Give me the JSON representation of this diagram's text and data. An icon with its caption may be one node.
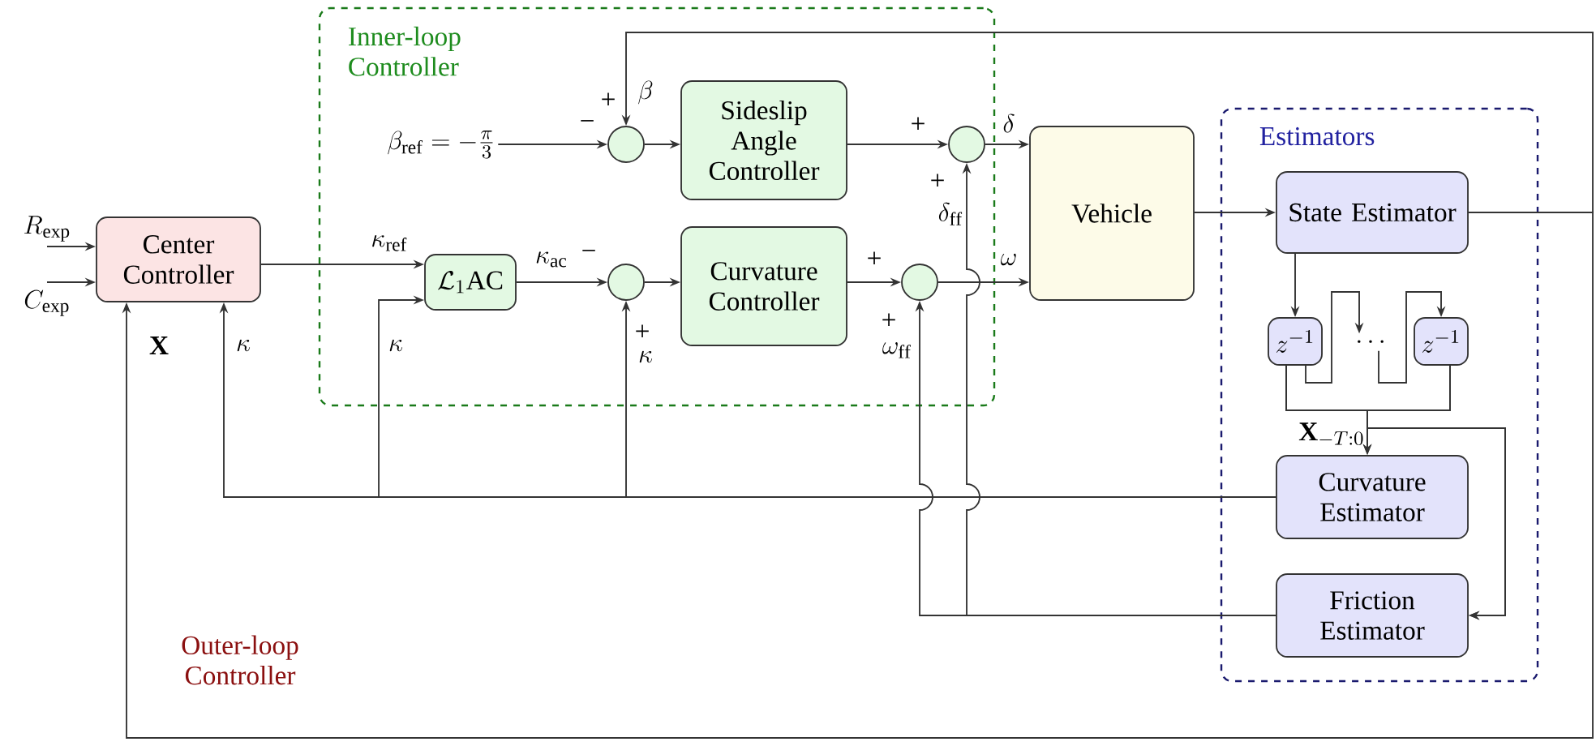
{
  "diagram": {
    "nodes": [
      {
        "text": [
          "R_{\\mathrm{exp}}"
        ]
      },
      {
        "text": [
          "C_{\\mathrm{exp}}"
        ]
      },
      {
        "text": [
          "Center Controller"
        ]
      },
      {
        "text": [
          "Inner-loop Controller"
        ]
      },
      {
        "text": [
          "\\beta_{\\mathrm{ref}} = -\\frac{\\pi}{3}"
        ],
        "in": 3
      },
      {
        "text": [],
        "shape": "circle",
        "in": 3,
        "beside": [
          "+",
          "−"
        ]
      },
      {
        "text": [
          "Sideslip Angle Controller"
        ],
        "in": 3
      },
      {
        "text": [
          "\\mathcal{L}_1\\mathrm{AC}"
        ],
        "in": 3
      },
      {
        "text": [],
        "shape": "circle",
        "in": 3,
        "beside": [
          "−",
          "+"
        ]
      },
      {
        "text": [
          "Curvature Controller"
        ],
        "in": 3
      },
      {
        "text": [],
        "shape": "circle",
        "in": 3,
        "beside": [
          "+",
          "+"
        ]
      },
      {
        "text": [],
        "shape": "circle",
        "in": 3,
        "beside": [
          "+",
          "+"
        ]
      },
      {
        "text": [
          "Vehicle"
        ]
      },
      {
        "text": [
          "Estimators"
        ]
      },
      {
        "text": [
          "State Estimator"
        ],
        "in": 13
      },
      {
        "text": [
          "z^{-1}"
        ],
        "in": 13
      },
      {
        "text": [
          "\\cdots"
        ],
        "in": 13
      },
      {
        "text": [
          "z^{-1}"
        ],
        "in": 13
      },
      {
        "text": [
          "Curvature Estimator"
        ],
        "in": 13
      },
      {
        "text": [
          "Friction Estimator"
        ],
        "in": 13
      }
    ],
    "edges": [
      {
        "from": 0,
        "to": 2,
        "arrow": "to"
      },
      {
        "from": 1,
        "to": 2,
        "arrow": "to"
      },
      {
        "from": 2,
        "to": 7,
        "arrow": "to",
        "label": "\\kappa_{\\mathrm{ref}}"
      },
      {
        "from": 4,
        "to": 5,
        "arrow": "to"
      },
      {
        "from": 5,
        "to": 6,
        "arrow": "to"
      },
      {
        "from": 6,
        "to": 10,
        "arrow": "to"
      },
      {
        "from": 10,
        "to": 12,
        "arrow": "to",
        "label": "\\delta"
      },
      {
        "from": 7,
        "to": 8,
        "arrow": "to",
        "label": "\\kappa_{\\mathrm{ac}}"
      },
      {
        "from": 8,
        "to": 9,
        "arrow": "to"
      },
      {
        "from": 9,
        "to": 11,
        "arrow": "to"
      },
      {
        "from": 11,
        "to": 12,
        "arrow": "to",
        "label": "\\omega"
      },
      {
        "from": 12,
        "to": 14,
        "arrow": "to"
      },
      {
        "from": 14,
        "to": 5,
        "arrow": "to",
        "label": "\\beta"
      },
      {
        "from": 14,
        "to": 2,
        "arrow": "to",
        "label": "\\mathbf{X}"
      },
      {
        "from": 14,
        "to": 15,
        "arrow": "to"
      },
      {
        "from": 15,
        "to": 16,
        "arrow": "to"
      },
      {
        "from": 16,
        "to": 17,
        "arrow": "to"
      },
      {
        "from": 15,
        "to": 18,
        "arrow": "to",
        "label": "\\mathbf{X}_{-T:0}"
      },
      {
        "from": 17,
        "to": 18,
        "arrow": "to"
      },
      {
        "from": 15,
        "to": 19,
        "arrow": "to"
      },
      {
        "from": 17,
        "to": 19,
        "arrow": "to"
      },
      {
        "from": 18,
        "to": 2,
        "arrow": "to",
        "label": "\\kappa"
      },
      {
        "from": 18,
        "to": 7,
        "arrow": "to",
        "label": "\\kappa"
      },
      {
        "from": 18,
        "to": 8,
        "arrow": "to",
        "label": "\\kappa"
      },
      {
        "from": 19,
        "to": 10,
        "arrow": "to",
        "label": "\\delta_{\\mathrm{ff}}"
      },
      {
        "from": 19,
        "to": 11,
        "arrow": "to",
        "label": "\\omega_{\\mathrm{ff}}"
      }
    ],
    "labels": [
      "Outer-loop Controller"
    ]
  }
}
